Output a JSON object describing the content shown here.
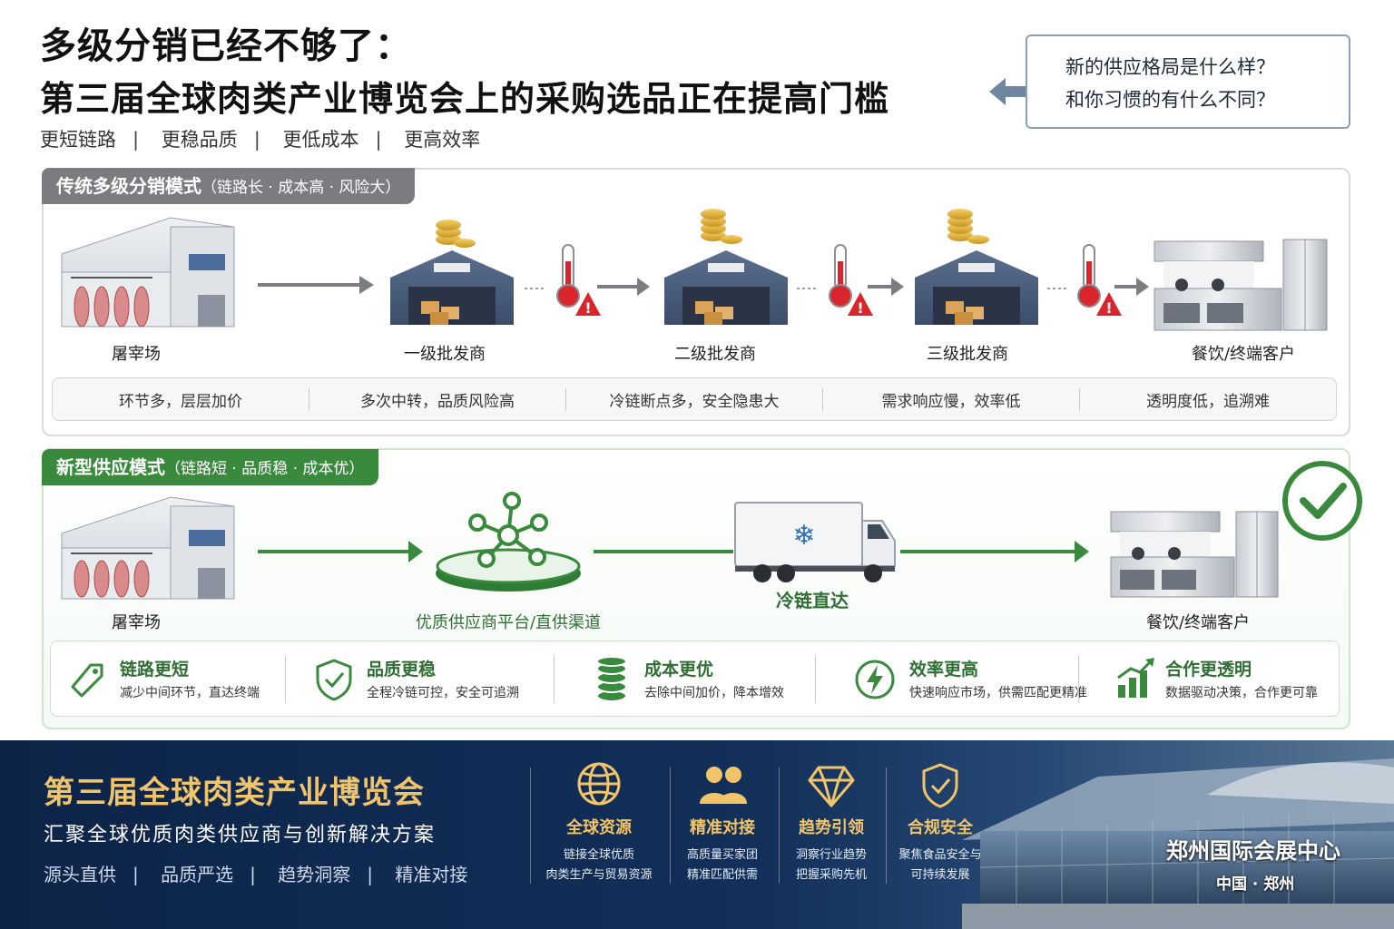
{
  "header": {
    "title_line1": "多级分销已经不够了：",
    "title_line2": "第三届全球肉类产业博览会上的采购选品正在提高门槛",
    "tags": [
      "更短链路",
      "更稳品质",
      "更低成本",
      "更高效率"
    ],
    "question_line1": "新的供应格局是什么样？",
    "question_line2": "和你习惯的有什么不同？"
  },
  "traditional": {
    "tag_title": "传统多级分销模式",
    "tag_note": "（链路长 · 成本高 · 风险大）",
    "nodes": [
      "屠宰场",
      "一级批发商",
      "二级批发商",
      "三级批发商",
      "餐饮/终端客户"
    ],
    "problems": [
      "环节多，层层加价",
      "多次中转，品质风险高",
      "冷链断点多，安全隐患大",
      "需求响应慢，效率低",
      "透明度低，追溯难"
    ]
  },
  "modern": {
    "tag_title": "新型供应模式",
    "tag_note": "（链路短 · 品质稳 · 成本优）",
    "nodes": [
      "屠宰场",
      "优质供应商平台/直供渠道",
      "冷链直达",
      "餐饮/终端客户"
    ],
    "benefits": [
      {
        "title": "链路更短",
        "desc": "减少中间环节，直达终端",
        "icon": "tag-icon"
      },
      {
        "title": "品质更稳",
        "desc": "全程冷链可控，安全可追溯",
        "icon": "shield-check-icon"
      },
      {
        "title": "成本更优",
        "desc": "去除中间加价，降本增效",
        "icon": "coins-icon"
      },
      {
        "title": "效率更高",
        "desc": "快速响应市场，供需匹配更精准",
        "icon": "lightning-icon"
      },
      {
        "title": "合作更透明",
        "desc": "数据驱动决策，合作更可靠",
        "icon": "growth-chart-icon"
      }
    ]
  },
  "footer": {
    "title": "第三届全球肉类产业博览会",
    "subtitle": "汇聚全球优质肉类供应商与创新解决方案",
    "tags": [
      "源头直供",
      "品质严选",
      "趋势洞察",
      "精准对接"
    ],
    "features": [
      {
        "title": "全球资源",
        "line1": "链接全球优质",
        "line2": "肉类生产与贸易资源",
        "icon": "globe-icon"
      },
      {
        "title": "精准对接",
        "line1": "高质量买家团",
        "line2": "精准匹配供需",
        "icon": "people-icon"
      },
      {
        "title": "趋势引领",
        "line1": "洞察行业趋势",
        "line2": "把握采购先机",
        "icon": "diamond-icon"
      },
      {
        "title": "合规安全",
        "line1": "聚焦食品安全与",
        "line2": "可持续发展",
        "icon": "shield-check-icon"
      }
    ],
    "venue": "郑州国际会展中心",
    "venue_location": "中国 · 郑州"
  },
  "colors": {
    "green": "#3a8a3e",
    "gray_tag": "#7a7c80",
    "navy": "#0d2448",
    "gold": "#f2c46a",
    "red_alert": "#d9262c"
  }
}
